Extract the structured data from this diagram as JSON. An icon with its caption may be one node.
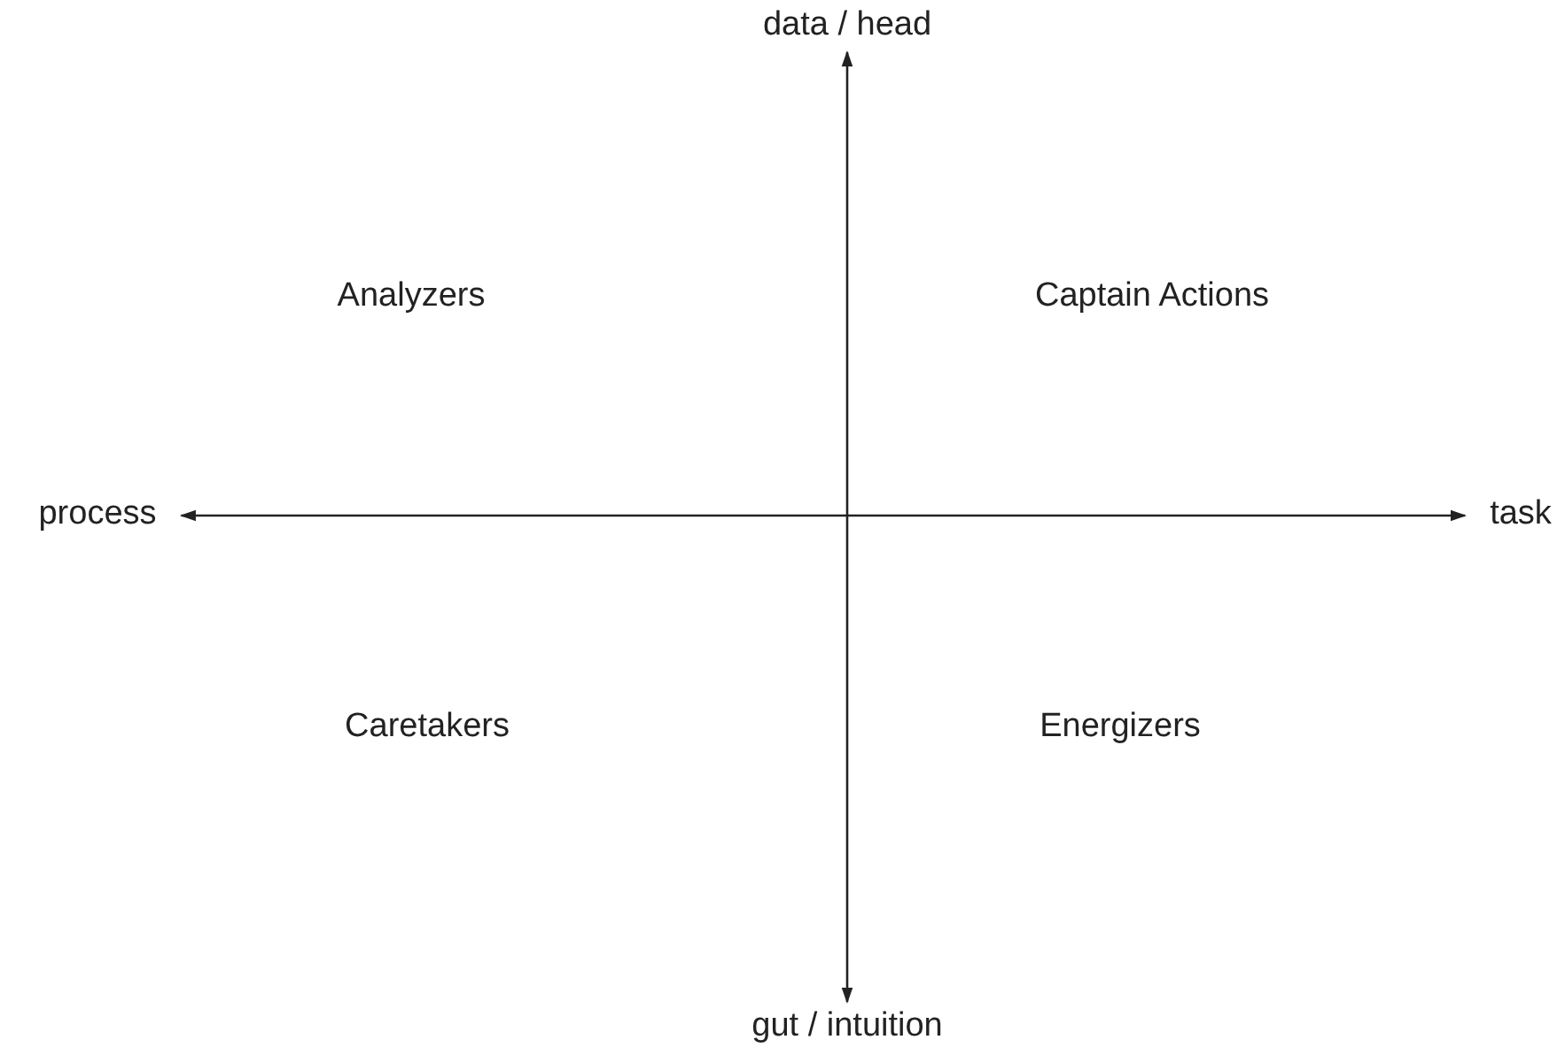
{
  "diagram": {
    "nodes": [
      {
        "text": [
          "process"
        ]
      },
      {
        "text": [
          "task"
        ]
      },
      {
        "text": [
          "data / head"
        ]
      },
      {
        "text": [
          "gut / intuition"
        ]
      }
    ],
    "edges": [
      {
        "from": 0,
        "to": 1,
        "arrow": "both"
      },
      {
        "from": 2,
        "to": 3,
        "arrow": "both"
      }
    ],
    "labels": [
      "Analyzers",
      "Captain Actions",
      "Caretakers",
      "Energizers"
    ]
  }
}
